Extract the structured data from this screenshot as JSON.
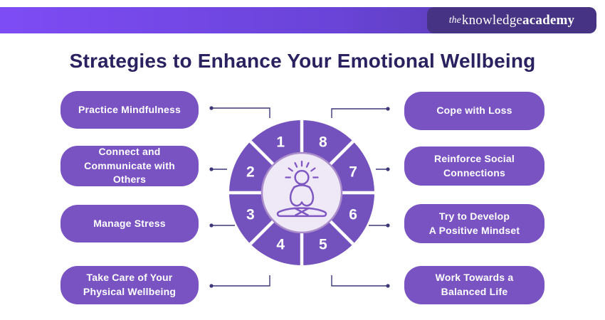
{
  "logo": {
    "the": "the",
    "knowledge": "knowledge",
    "academy": "academy"
  },
  "title": "Strategies to Enhance Your Emotional Wellbeing",
  "left_items": [
    {
      "num": "1",
      "label": "Practice Mindfulness"
    },
    {
      "num": "2",
      "label": "Connect and\nCommunicate with Others"
    },
    {
      "num": "3",
      "label": "Manage Stress"
    },
    {
      "num": "4",
      "label": "Take Care of Your\nPhysical Wellbeing"
    }
  ],
  "right_items": [
    {
      "num": "8",
      "label": "Cope with Loss"
    },
    {
      "num": "7",
      "label": "Reinforce Social\nConnections"
    },
    {
      "num": "6",
      "label": "Try to Develop\nA Positive Mindset"
    },
    {
      "num": "5",
      "label": "Work Towards a\nBalanced Life"
    }
  ],
  "wheel": {
    "numbers": [
      "1",
      "2",
      "3",
      "4",
      "5",
      "6",
      "7",
      "8"
    ],
    "center_icon": "meditating-person-icon"
  },
  "colors": {
    "banner_gradient_start": "#7e4cf5",
    "banner_gradient_end": "#533a9f",
    "logo_box": "#463384",
    "title_text": "#2a2160",
    "pill": "#7a53c3",
    "wheel_segment": "#7452be",
    "wheel_center_fill": "#efe8f7",
    "wheel_center_ring": "#a98cc9",
    "icon_stroke": "#7e57c2",
    "connector": "#3d3778",
    "background": "#ffffff"
  }
}
